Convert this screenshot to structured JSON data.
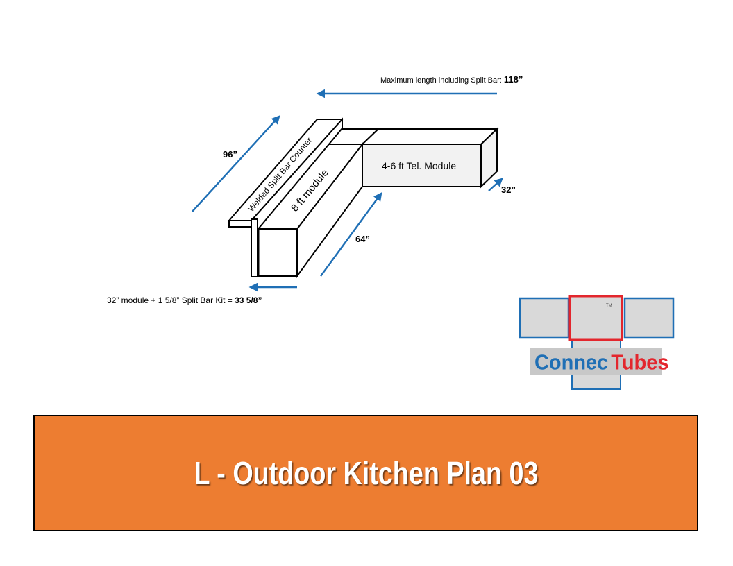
{
  "labels": {
    "max_length_prefix": "Maximum length including Split Bar: ",
    "max_length_value": "118”",
    "dim_96": "96”",
    "welded_counter": "Welded Split Bar Counter",
    "module_8ft": "8 ft module",
    "tel_module": "4-6 ft Tel. Module",
    "dim_32": "32”",
    "dim_64": "64”",
    "bottom_prefix": "32” module + 1 5/8” Split Bar Kit = ",
    "bottom_value": "33 5/8”"
  },
  "logo": {
    "word1": "Connec",
    "word2": "Tubes",
    "tm": "TM",
    "colors": {
      "blue": "#1f6fb5",
      "red": "#e3262d",
      "fill": "#d9d9d9"
    }
  },
  "banner": {
    "title": "L - Outdoor Kitchen Plan 03",
    "color": "#ed7d31"
  },
  "colors": {
    "arrow": "#1f6fb5",
    "box_front": "#ffffff",
    "box_side": "#f2f2f2"
  }
}
